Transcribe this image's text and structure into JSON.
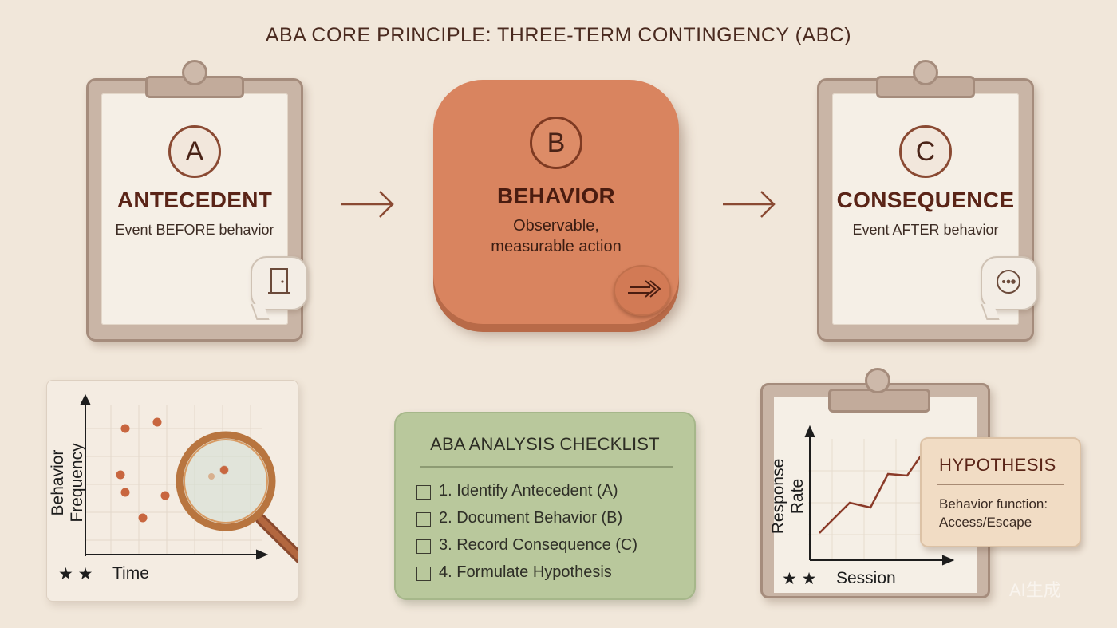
{
  "title": "ABA CORE PRINCIPLE: THREE-TERM CONTINGENCY (ABC)",
  "antecedent": {
    "letter": "A",
    "heading": "ANTECEDENT",
    "description": "Event BEFORE behavior",
    "icon": "door-icon"
  },
  "behavior": {
    "letter": "B",
    "heading": "BEHAVIOR",
    "description_line1": "Observable,",
    "description_line2": "measurable action",
    "icon": "motion-arrow-icon"
  },
  "consequence": {
    "letter": "C",
    "heading": "CONSEQUENCE",
    "description": "Event AFTER behavior",
    "icon": "speech-dots-icon"
  },
  "colors": {
    "accent": "#d9845f",
    "brown": "#5a2417",
    "checklist_green": "#b9c89c",
    "hypothesis_bg": "#f1dcc4",
    "point": "#c8663f"
  },
  "frequency_chart": {
    "ylabel": "Behavior Frequency",
    "xlabel": "Time",
    "stars": "★ ★"
  },
  "checklist": {
    "title": "ABA ANALYSIS CHECKLIST",
    "items": [
      "1. Identify Antecedent (A)",
      "2. Document Behavior (B)",
      "3. Record Consequence (C)",
      "4. Formulate Hypothesis"
    ]
  },
  "response_chart": {
    "ylabel": "Response Rate",
    "xlabel": "Session",
    "stars": "★ ★"
  },
  "hypothesis": {
    "title": "HYPOTHESIS",
    "line1": "Behavior function:",
    "line2": "Access/Escape"
  },
  "watermark": "AI生成"
}
